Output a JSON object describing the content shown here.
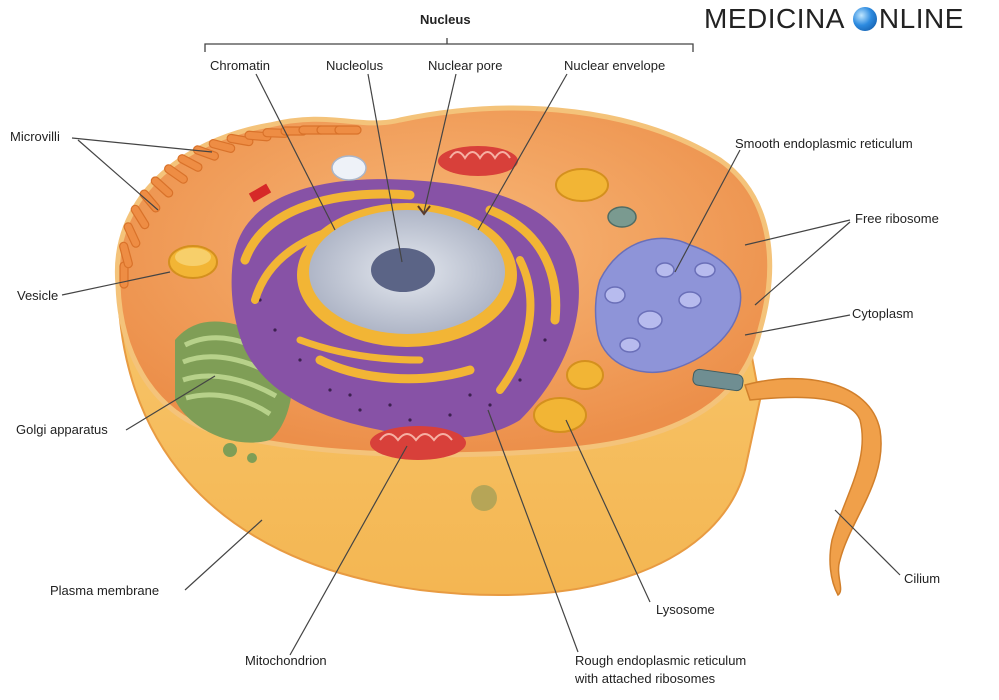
{
  "title": "Nucleus",
  "brand": {
    "text_left": "MEDICINA",
    "text_right": "NLINE",
    "icon": "globe-icon"
  },
  "labels": {
    "chromatin": "Chromatin",
    "nucleolus": "Nucleolus",
    "nuclear_pore": "Nuclear pore",
    "nuclear_envelope": "Nuclear envelope",
    "microvilli": "Microvilli",
    "smooth_er": "Smooth endoplasmic reticulum",
    "free_ribosome": "Free ribosome",
    "vesicle": "Vesicle",
    "cytoplasm": "Cytoplasm",
    "golgi": "Golgi apparatus",
    "plasma_membrane": "Plasma membrane",
    "mitochondrion": "Mitochondrion",
    "lysosome": "Lysosome",
    "rough_er_line1": "Rough endoplasmic reticulum",
    "rough_er_line2": "with attached ribosomes",
    "cilium": "Cilium"
  },
  "colors": {
    "cytoplasm": "#f3a860",
    "membrane": "#f7c86a",
    "nucleus": "#c8cdd8",
    "nucleolus": "#5b6486",
    "rough_er": "#8c5aa8",
    "smooth_er": "#8e94d8",
    "golgi": "#87a85e",
    "mitochondrion": "#d8403a",
    "leader_line": "#444444"
  }
}
